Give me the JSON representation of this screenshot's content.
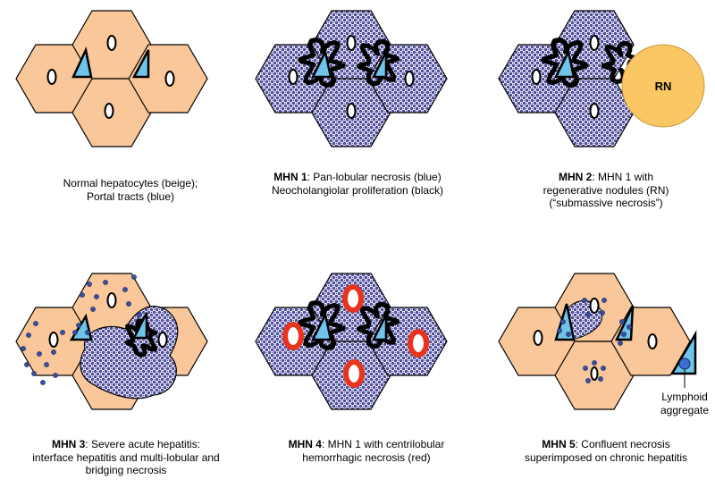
{
  "colors": {
    "normal_hepatocyte": "#f9c79a",
    "portal_tract": "#6fc4ea",
    "necrosis": "#4f4d9e",
    "regenerative_nodule": "#fbc765",
    "hemorrhage": "#e8341c",
    "outline": "#000000"
  },
  "panels": [
    {
      "id": "normal",
      "caption_bold": "",
      "caption_text": "Normal hepatocytes (beige);\nPortal tracts (blue)"
    },
    {
      "id": "mhn1",
      "caption_bold": "MHN 1",
      "caption_text": ": Pan-lobular necrosis (blue)\nNeocholangiolar proliferation (black)"
    },
    {
      "id": "mhn2",
      "caption_bold": "MHN 2",
      "caption_text": ": MHN 1 with\nregenerative nodules (RN)\n(“submassive necrosis”)",
      "nodule_label": "RN"
    },
    {
      "id": "mhn3",
      "caption_bold": "MHN 3",
      "caption_text": ": Severe acute hepatitis:\ninterface hepatitis and multi-lobular and\nbridging necrosis"
    },
    {
      "id": "mhn4",
      "caption_bold": "MHN 4",
      "caption_text": ": MHN 1 with centrilobular\nhemorrhagic necrosis (red)"
    },
    {
      "id": "mhn5",
      "caption_bold": "MHN 5",
      "caption_text": ": Confluent necrosis\nsuperimposed on chronic hepatitis",
      "annotation": "Lymphoid\naggregate"
    }
  ]
}
